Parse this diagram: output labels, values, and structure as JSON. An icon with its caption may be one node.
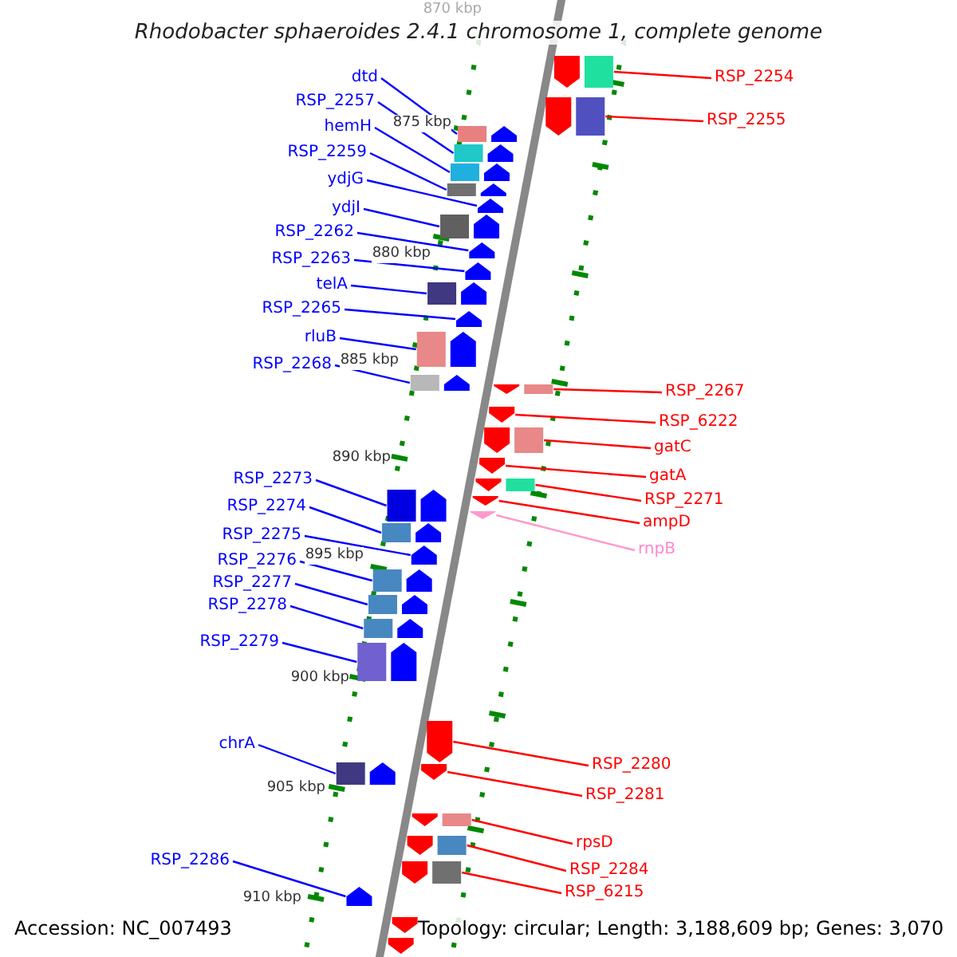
{
  "diagram": {
    "title": "Rhodobacter sphaeroides 2.4.1 chromosome 1, complete genome",
    "nodes": [
      {
        "text": [
          "dtd"
        ]
      },
      {
        "text": [
          "RSP_2257"
        ]
      },
      {
        "text": [
          "hemH"
        ]
      },
      {
        "text": [
          "RSP_2259"
        ]
      },
      {
        "text": [
          "ydjG"
        ]
      },
      {
        "text": [
          "ydjI"
        ]
      },
      {
        "text": [
          "RSP_2262"
        ]
      },
      {
        "text": [
          "RSP_2263"
        ]
      },
      {
        "text": [
          "telA"
        ]
      },
      {
        "text": [
          "RSP_2265"
        ]
      },
      {
        "text": [
          "rluB"
        ]
      },
      {
        "text": [
          "RSP_2268"
        ]
      },
      {
        "text": [
          "RSP_2273"
        ]
      },
      {
        "text": [
          "RSP_2274"
        ]
      },
      {
        "text": [
          "RSP_2275"
        ]
      },
      {
        "text": [
          "RSP_2276"
        ]
      },
      {
        "text": [
          "RSP_2277"
        ]
      },
      {
        "text": [
          "RSP_2278"
        ]
      },
      {
        "text": [
          "RSP_2279"
        ]
      },
      {
        "text": [
          "chrA"
        ]
      },
      {
        "text": [
          "RSP_2286"
        ]
      },
      {
        "text": [
          "RSP_2254"
        ]
      },
      {
        "text": [
          "RSP_2255"
        ]
      },
      {
        "text": [
          "RSP_2267"
        ]
      },
      {
        "text": [
          "RSP_6222"
        ]
      },
      {
        "text": [
          "gatC"
        ]
      },
      {
        "text": [
          "gatA"
        ]
      },
      {
        "text": [
          "RSP_2271"
        ]
      },
      {
        "text": [
          "ampD"
        ]
      },
      {
        "text": [
          "rnpB"
        ]
      },
      {
        "text": [
          "RSP_2280"
        ]
      },
      {
        "text": [
          "RSP_2281"
        ]
      },
      {
        "text": [
          "rpsD"
        ]
      },
      {
        "text": [
          "RSP_2284"
        ]
      },
      {
        "text": [
          "RSP_6215"
        ]
      },
      {
        "text": [],
        "shape": "arrow"
      },
      {
        "text": [],
        "shape": "arrow"
      },
      {
        "text": [],
        "shape": "arrow"
      },
      {
        "text": [],
        "shape": "arrow"
      },
      {
        "text": [],
        "shape": "arrow"
      },
      {
        "text": [],
        "shape": "arrow"
      },
      {
        "text": [],
        "shape": "arrow"
      },
      {
        "text": [],
        "shape": "arrow"
      },
      {
        "text": [],
        "shape": "arrow"
      },
      {
        "text": [],
        "shape": "arrow"
      },
      {
        "text": [],
        "shape": "arrow"
      },
      {
        "text": [],
        "shape": "arrow"
      },
      {
        "text": [],
        "shape": "arrow"
      },
      {
        "text": [],
        "shape": "arrow"
      },
      {
        "text": [],
        "shape": "arrow"
      },
      {
        "text": [],
        "shape": "arrow"
      },
      {
        "text": [],
        "shape": "arrow"
      },
      {
        "text": [],
        "shape": "arrow"
      },
      {
        "text": [],
        "shape": "arrow"
      },
      {
        "text": [],
        "shape": "arrow"
      },
      {
        "text": [],
        "shape": "arrow"
      },
      {
        "text": [],
        "shape": "arrow"
      },
      {
        "text": [],
        "shape": "arrow"
      },
      {
        "text": [],
        "shape": "arrow"
      },
      {
        "text": [],
        "shape": "arrow"
      },
      {
        "text": [],
        "shape": "arrow"
      },
      {
        "text": [],
        "shape": "arrow"
      },
      {
        "text": [],
        "shape": "arrow"
      },
      {
        "text": [],
        "shape": "arrow"
      },
      {
        "text": [],
        "shape": "arrow"
      },
      {
        "text": [],
        "shape": "arrow"
      },
      {
        "text": [],
        "shape": "arrow"
      },
      {
        "text": [],
        "shape": "arrow"
      },
      {
        "text": [],
        "shape": "arrow"
      },
      {
        "text": [],
        "shape": "arrow"
      },
      {
        "text": [],
        "shape": "arrow"
      },
      {
        "text": [],
        "shape": "arrow"
      }
    ],
    "edges": [
      {
        "from": 0,
        "to": 35,
        "arrow": "none"
      },
      {
        "from": 1,
        "to": 36,
        "arrow": "none"
      },
      {
        "from": 2,
        "to": 37,
        "arrow": "none"
      },
      {
        "from": 3,
        "to": 38,
        "arrow": "none"
      },
      {
        "from": 4,
        "to": 39,
        "arrow": "none"
      },
      {
        "from": 5,
        "to": 40,
        "arrow": "none"
      },
      {
        "from": 6,
        "to": 41,
        "arrow": "none"
      },
      {
        "from": 7,
        "to": 42,
        "arrow": "none"
      },
      {
        "from": 8,
        "to": 43,
        "arrow": "none"
      },
      {
        "from": 9,
        "to": 44,
        "arrow": "none"
      },
      {
        "from": 10,
        "to": 45,
        "arrow": "none"
      },
      {
        "from": 11,
        "to": 46,
        "arrow": "none"
      },
      {
        "from": 12,
        "to": 47,
        "arrow": "none"
      },
      {
        "from": 13,
        "to": 48,
        "arrow": "none"
      },
      {
        "from": 14,
        "to": 49,
        "arrow": "none"
      },
      {
        "from": 15,
        "to": 50,
        "arrow": "none"
      },
      {
        "from": 16,
        "to": 51,
        "arrow": "none"
      },
      {
        "from": 17,
        "to": 52,
        "arrow": "none"
      },
      {
        "from": 18,
        "to": 53,
        "arrow": "none"
      },
      {
        "from": 19,
        "to": 54,
        "arrow": "none"
      },
      {
        "from": 20,
        "to": 55,
        "arrow": "none"
      },
      {
        "from": 21,
        "to": 56,
        "arrow": "none",
        "color": "#ff0000"
      },
      {
        "from": 22,
        "to": 57,
        "arrow": "none",
        "color": "#ff0000"
      },
      {
        "from": 23,
        "to": 58,
        "arrow": "none",
        "color": "#ff0000"
      },
      {
        "from": 24,
        "to": 59,
        "arrow": "none",
        "color": "#ff0000"
      },
      {
        "from": 25,
        "to": 60,
        "arrow": "none",
        "color": "#ff0000"
      },
      {
        "from": 26,
        "to": 61,
        "arrow": "none",
        "color": "#ff0000"
      },
      {
        "from": 27,
        "to": 62,
        "arrow": "none",
        "color": "#ff0000"
      },
      {
        "from": 28,
        "to": 63,
        "arrow": "none",
        "color": "#ff0000"
      },
      {
        "from": 29,
        "to": 64,
        "arrow": "none",
        "color": "#ff99cc"
      },
      {
        "from": 30,
        "to": 65,
        "arrow": "none",
        "color": "#ff0000"
      },
      {
        "from": 31,
        "to": 66,
        "arrow": "none",
        "color": "#ff0000"
      },
      {
        "from": 32,
        "to": 67,
        "arrow": "none",
        "color": "#ff0000"
      },
      {
        "from": 33,
        "to": 68,
        "arrow": "none",
        "color": "#ff0000"
      },
      {
        "from": 34,
        "to": 69,
        "arrow": "none",
        "color": "#ff0000"
      }
    ],
    "labels": [
      "870 kbp",
      "875 kbp",
      "880 kbp",
      "885 kbp",
      "890 kbp",
      "895 kbp",
      "900 kbp",
      "905 kbp",
      "910 kbp",
      "Accession: NC_007493",
      "Topology: circular; Length: 3,188,609 bp; Genes: 3,070"
    ]
  }
}
